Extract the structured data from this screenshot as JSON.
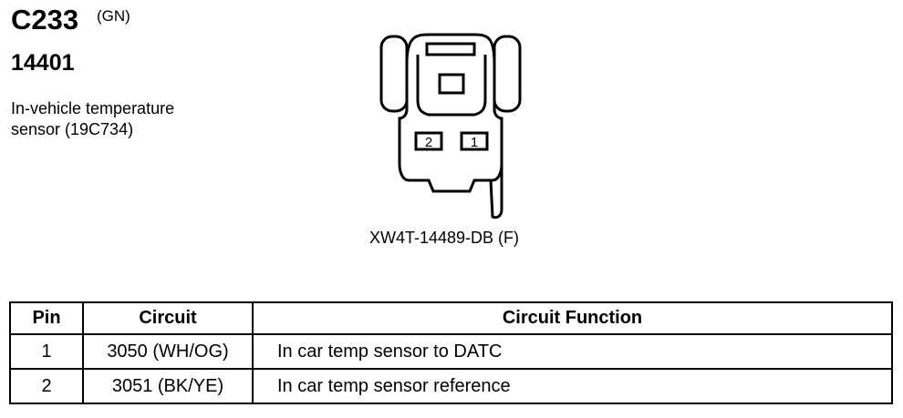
{
  "connector": {
    "id": "C233",
    "color": "(GN)",
    "part_number": "14401",
    "description_line1": "In-vehicle temperature",
    "description_line2": "sensor (19C734)",
    "diagram_label": "XW4T-14489-DB (F)",
    "cavity_labels": [
      "2",
      "1"
    ]
  },
  "table": {
    "headers": {
      "pin": "Pin",
      "circuit": "Circuit",
      "function": "Circuit Function"
    },
    "rows": [
      {
        "pin": "1",
        "circuit": "3050 (WH/OG)",
        "function": "In car temp sensor to DATC"
      },
      {
        "pin": "2",
        "circuit": "3051 (BK/YE)",
        "function": "In car temp sensor reference"
      }
    ]
  }
}
